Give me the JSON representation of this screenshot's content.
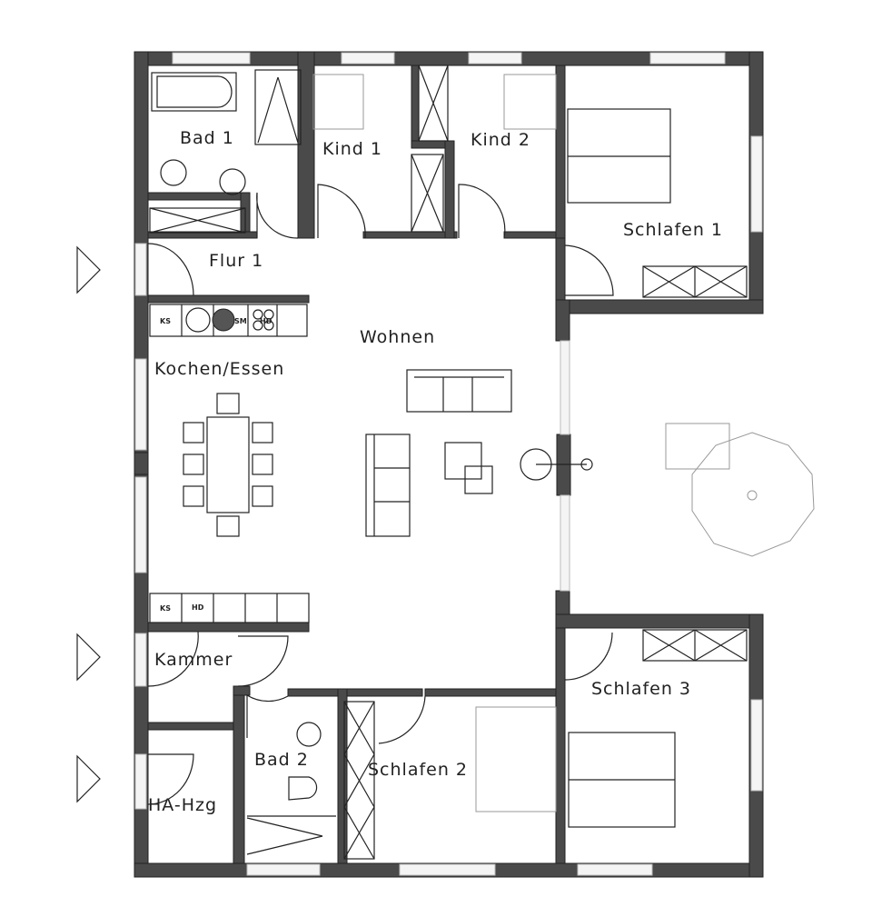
{
  "rooms": {
    "bad1": "Bad 1",
    "kind1": "Kind 1",
    "kind2": "Kind 2",
    "schlafen1": "Schlafen 1",
    "flur1": "Flur 1",
    "wohnen": "Wohnen",
    "kochen": "Kochen/Essen",
    "kammer": "Kammer",
    "bad2": "Bad 2",
    "schlafen2": "Schlafen 2",
    "schlafen3": "Schlafen 3",
    "hahzg": "HA-Hzg"
  },
  "appliances": {
    "kitchen_fridge": "KS",
    "kitchen_dishwasher": "SM",
    "kitchen_hob": "HD",
    "kammer_fridge": "KS",
    "kammer_hob": "HD"
  },
  "colors": {
    "wall": "#4a4a4a",
    "line": "#222222"
  }
}
